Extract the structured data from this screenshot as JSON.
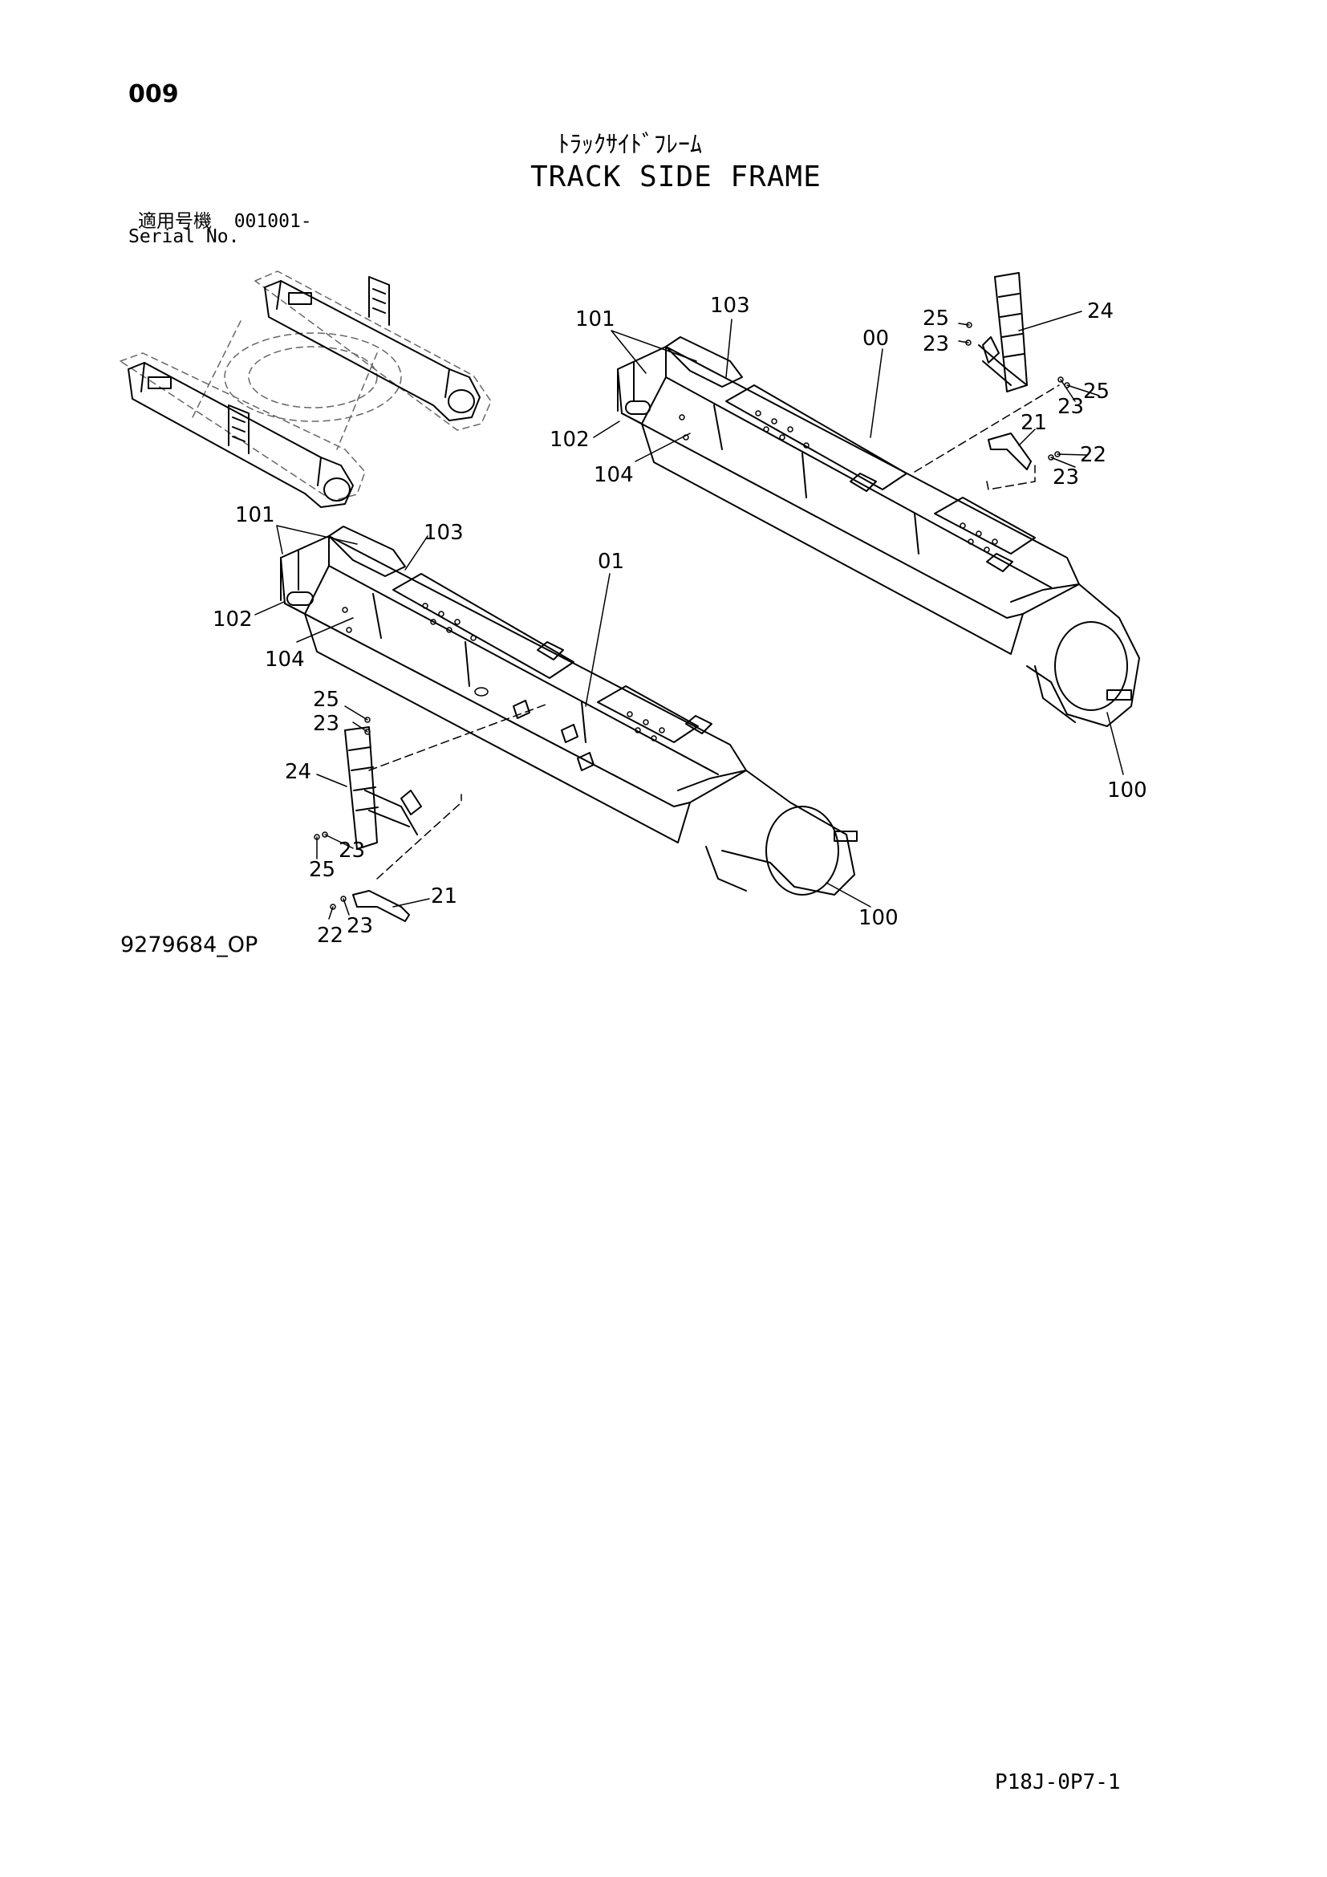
{
  "page_number": "009",
  "title_jp": "ﾄﾗｯｸｻｲﾄﾞﾌﾚｰﾑ",
  "title_en": "TRACK SIDE FRAME",
  "serial": {
    "label_jp": "適用号機",
    "value": "001001-",
    "label_en": "Serial No."
  },
  "illustration_id": "9279684_OP",
  "page_code": "P18J-0P7-1",
  "callouts": {
    "upper": {
      "c101": "101",
      "c103": "103",
      "c00": "00",
      "c25a": "25",
      "c24": "24",
      "c23a": "23",
      "c102": "102",
      "c104": "104",
      "c25b": "25",
      "c23b": "23",
      "c21": "21",
      "c22": "22",
      "c23c": "23",
      "c100": "100"
    },
    "lower": {
      "c101": "101",
      "c103": "103",
      "c01": "01",
      "c102": "102",
      "c104": "104",
      "c25a": "25",
      "c23a": "23",
      "c24": "24",
      "c23b": "23",
      "c25b": "25",
      "c21": "21",
      "c22": "22",
      "c23c": "23",
      "c100": "100"
    }
  }
}
